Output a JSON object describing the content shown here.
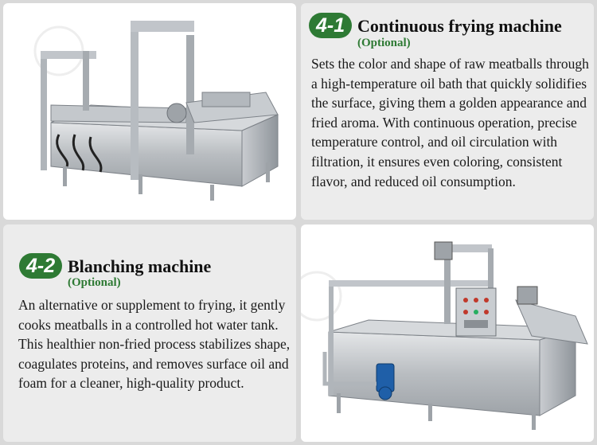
{
  "sections": [
    {
      "badge": "4-1",
      "title": "Continuous frying machine",
      "optional": "(Optional)",
      "description": "Sets the color and shape of raw meatballs through a high-temperature oil bath that quickly solidifies the surface, giving them a golden appearance and fried aroma. With continuous operation, precise temperature control, and oil circulation with filtration, it ensures even coloring, consistent flavor, and reduced oil consumption."
    },
    {
      "badge": "4-2",
      "title": "Blanching machine",
      "optional": "(Optional)",
      "description": "An alternative or supplement to frying, it gently cooks meatballs in a controlled hot water tank. This healthier non-fried process stabilizes shape, coagulates proteins, and removes surface oil and foam for a cleaner, high-quality product."
    }
  ],
  "colors": {
    "accent_green": "#2e7a34",
    "panel_gray": "#ececec",
    "page_gray": "#d9d9d9"
  }
}
